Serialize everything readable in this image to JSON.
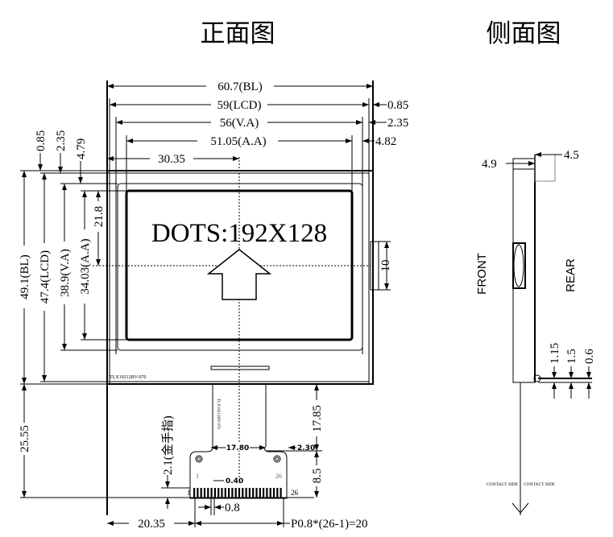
{
  "titles": {
    "front": "正面图",
    "side": "侧面图"
  },
  "front": {
    "display_text": "DOTS:192X128",
    "part_label": "TLX19212BV-070",
    "fpc_label": "TLX19212BV-070",
    "dims": {
      "bl_width": "60.7(BL)",
      "lcd_width": "59(LCD)",
      "va_width": "56(V.A)",
      "aa_width": "51.05(A.A)",
      "center_x": "30.35",
      "right_085": "0.85",
      "right_235": "2.35",
      "right_482": "4.82",
      "top_085": "0.85",
      "top_235": "2.35",
      "top_479": "4.79",
      "bl_height": "49.1(BL)",
      "lcd_height": "47.4(LCD)",
      "va_height": "38.9(V.A)",
      "aa_height": "34.03(A.A)",
      "center_y": "21.8",
      "bump": "10",
      "fpc_total": "25.55",
      "fpc_len": "17.85",
      "connector_h": "8.5",
      "gold_finger": "2.1(金手指)",
      "hole_pitch": "17.80",
      "hole_offset": "2.30",
      "pin_width": "0.40",
      "pin_pitch": "0.8",
      "left_offset": "20.35",
      "pin_span": "P0.8*(26-1)=20",
      "pin_first": "1",
      "pin_last": "26",
      "pin_first_b": "1",
      "pin_last_b": "26"
    }
  },
  "side": {
    "front_label": "FRONT",
    "rear_label": "REAR",
    "dims": {
      "front_thick": "4.9",
      "rear_thick": "4.5",
      "d115": "1.15",
      "d15": "1.5",
      "d06": "0.6"
    },
    "contact_left": "CONTACT SIDE",
    "contact_right": "CONTACT SIDE"
  }
}
